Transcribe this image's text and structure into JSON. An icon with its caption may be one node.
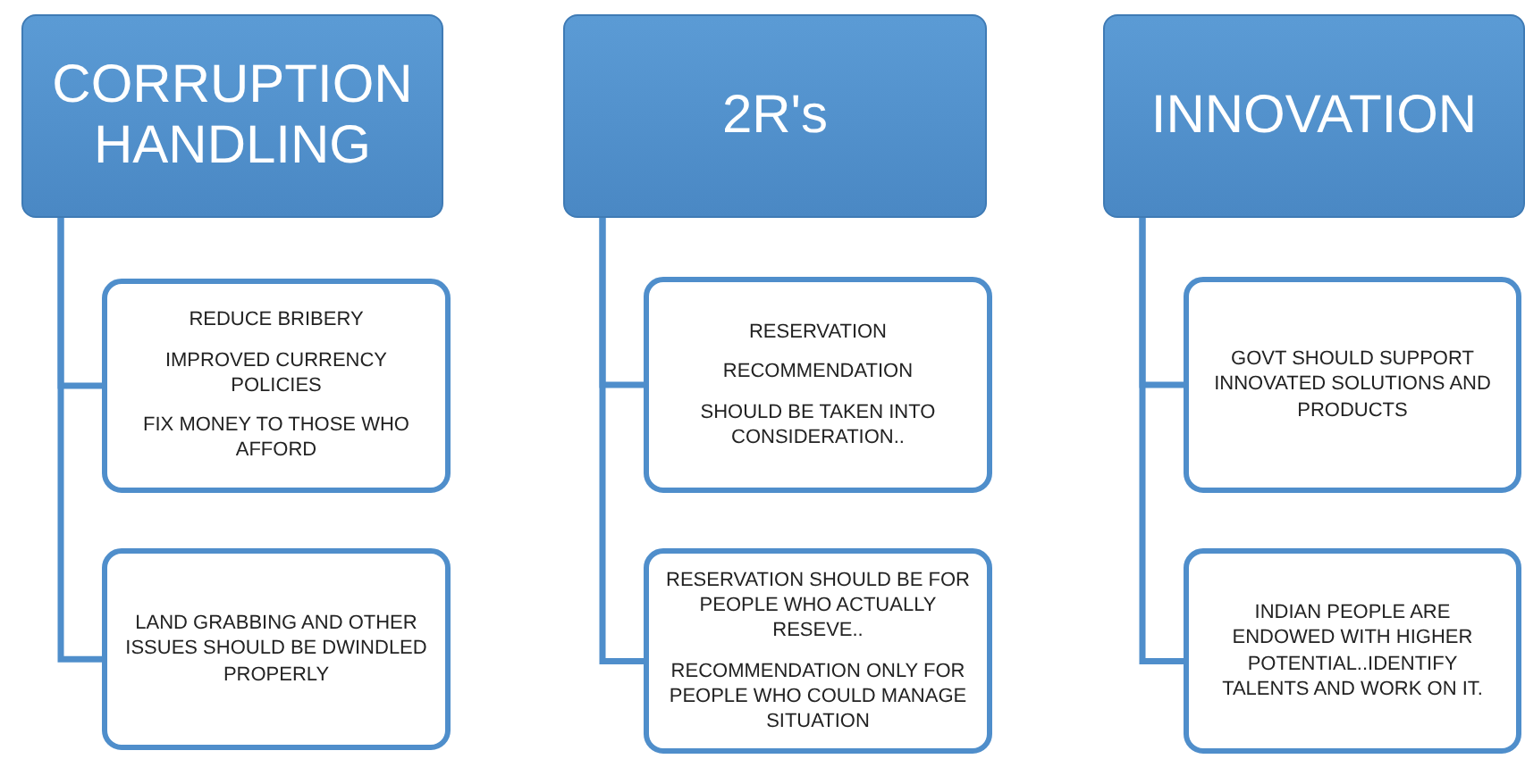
{
  "diagram": {
    "nodes": [
      {
        "text": [
          "CORRUPTION HANDLING"
        ]
      },
      {
        "text": [
          "REDUCE BRIBERY",
          "IMPROVED CURRENCY POLICIES",
          "FIX MONEY TO THOSE WHO AFFORD"
        ]
      },
      {
        "text": [
          "LAND GRABBING AND OTHER ISSUES SHOULD BE DWINDLED PROPERLY"
        ]
      },
      {
        "text": [
          "2R's"
        ]
      },
      {
        "text": [
          "RESERVATION",
          "RECOMMENDATION",
          "SHOULD BE TAKEN INTO CONSIDERATION.."
        ]
      },
      {
        "text": [
          "RESERVATION SHOULD BE FOR PEOPLE WHO ACTUALLY RESEVE..",
          "RECOMMENDATION ONLY FOR PEOPLE WHO COULD MANAGE SITUATION"
        ]
      },
      {
        "text": [
          "INNOVATION"
        ]
      },
      {
        "text": [
          "GOVT SHOULD SUPPORT INNOVATED SOLUTIONS AND PRODUCTS"
        ]
      },
      {
        "text": [
          "INDIAN PEOPLE ARE ENDOWED WITH HIGHER POTENTIAL..IDENTIFY TALENTS AND WORK ON IT."
        ]
      }
    ],
    "edges": [
      {
        "from": 0,
        "to": 1,
        "arrow": "none"
      },
      {
        "from": 0,
        "to": 2,
        "arrow": "none"
      },
      {
        "from": 3,
        "to": 4,
        "arrow": "none"
      },
      {
        "from": 3,
        "to": 5,
        "arrow": "none"
      },
      {
        "from": 6,
        "to": 7,
        "arrow": "none"
      },
      {
        "from": 6,
        "to": 8,
        "arrow": "none"
      }
    ]
  }
}
